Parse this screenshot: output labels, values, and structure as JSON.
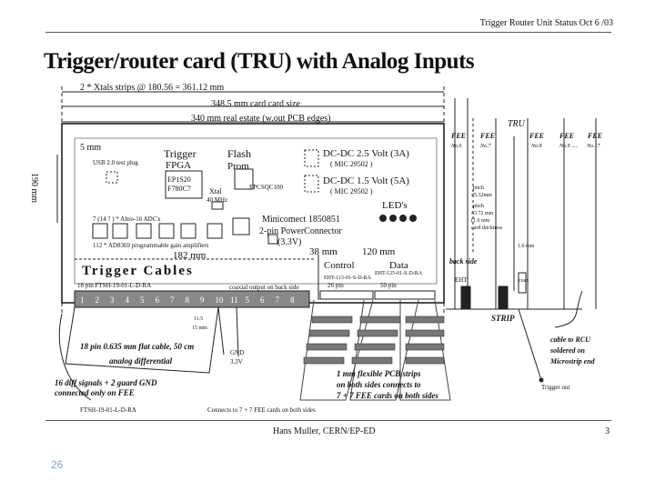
{
  "header": {
    "text": "Trigger Router Unit  Status Oct 6 /03"
  },
  "title": "Trigger/router card (TRU) with Analog Inputs",
  "footer": {
    "author": "Hans Muller, CERN/EP-ED",
    "page": "3"
  },
  "slide_number": "26",
  "dims": {
    "xtals": "2 *  Xtals  strips  @ 180.56 =  361.12 mm",
    "card_size": "348.5 mm card  card size",
    "real_estate": "340  mm  real estate  (w.out PCB edges)",
    "height": "190 mm",
    "five_mm": "5 mm",
    "w182": "182 mm",
    "w38": "38 mm",
    "w120": "120 mm",
    "w1p6": "1.6 mm",
    "w11p5": "11.5",
    "w15": "15 mm"
  },
  "components": {
    "usb": "USB 2.0 test plug",
    "trigger": "Trigger",
    "fpga": "FPGA",
    "ep1": "EP1S20",
    "ep2": "F780C7",
    "xtal": "Xtal",
    "xtal_freq": "40 MHz",
    "flash": "Flash",
    "prom": "Prom",
    "epcs": "EPCSQC100",
    "dcdc25": "DC-DC 2.5 Volt (3A)",
    "mic1": "( MIC 29502 )",
    "dcdc15": "DC-DC 1.5 Volt (5A)",
    "mic2": "( MIC 29502 )",
    "leds": "LED's",
    "altro": "7  (14 ? ) * Altro-16 ADC's",
    "ad8369": "112 * AD8369 programmable gain amplifiers",
    "mini1": "Minicomect 1850851",
    "mini2": "2-pin PowerConnector",
    "mini3": "(3.3V)",
    "trigger_cables": "Trigger Cables",
    "ftsh_top": "18 pin FTSH-19-01-L-D-RA",
    "coaxial": "coaxial output on back side",
    "control": "Control",
    "data": "Data",
    "eht1": "EHT-113-01-S-D-RA",
    "eht2": "EHT-125-01-S-D-RA",
    "pin26": "26  pin",
    "pin50": "50 pin",
    "flat_cable": "18 pin 0.635 mm flat cable, 50 cm",
    "analog_diff": "analog differential",
    "diff1": "16  diff signals + 2  guard  GND",
    "diff2": "connected only on FEE",
    "ftsh_bottom": "FTSH-19-01-L-D-RA",
    "connects": "Connects to 7 + 7 FEE cards on both sides",
    "gnd": "GND",
    "v33": "3.3V",
    "flex1": "1 mm flexible PCB strips",
    "flex2": "on both sides connects to",
    "flex3": "7 + 7  FEE cards  on both sides"
  },
  "side": {
    "tru": "TRU",
    "fee": [
      "FEE",
      "FEE",
      "FEE",
      "FEE",
      "FEE"
    ],
    "nos": [
      "No.6",
      "No.7",
      "No.8",
      "No.9 .....",
      "No.17"
    ],
    "pitch1": "pitch",
    "pitch1v": "45.32mm",
    "pitch2": "pitch",
    "pitch2v": "43.72 mm",
    "card_thk1": "(1.6 mm",
    "card_thk2": "card thickness",
    "back_side": "back side",
    "eht": "EHT",
    "coax": "coax",
    "strip": "STRIP",
    "rcu1": "cable to RCU",
    "rcu2": "soldered on",
    "rcu3": "Microstrip end",
    "trigger_out": "Trigger out"
  },
  "connectors": [
    "1",
    "2",
    "3",
    "4",
    "5",
    "6",
    "7",
    "8",
    "9",
    "10",
    "11",
    "5",
    "6",
    "7",
    "8"
  ]
}
